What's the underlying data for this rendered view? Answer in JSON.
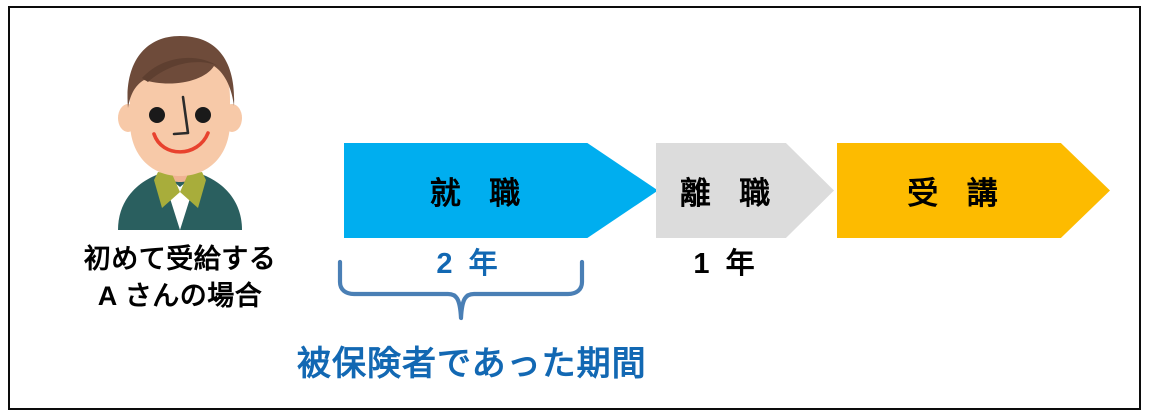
{
  "diagram": {
    "title": "被保険者であった期間",
    "person": {
      "caption_line1": "初めて受給する",
      "caption_line2": "A さんの場合",
      "avatar_name": "smiling-man-avatar"
    },
    "timeline": {
      "steps": [
        {
          "id": "job",
          "label": "就 職",
          "duration": "2 年",
          "color": "#00AEEF",
          "duration_color": "#1268B3"
        },
        {
          "id": "quit",
          "label": "離 職",
          "duration": "1 年",
          "color": "#DCDCDC",
          "duration_color": "#000000"
        },
        {
          "id": "course",
          "label": "受 講",
          "duration": "",
          "color": "#FDBB00",
          "duration_color": "#000000"
        }
      ]
    },
    "bracket": {
      "label": "被保険者であった期間",
      "stroke_color": "#4A7FB5",
      "text_color": "#1268B3"
    },
    "colors": {
      "frame_border": "#0C0C0C",
      "background": "#FFFFFF",
      "hair": "#6E4B3A",
      "skin": "#F7C9A8",
      "jacket": "#2A5F5F",
      "collar": "#A8AD3B",
      "shirt": "#FFFFFF",
      "mouth": "#E8422E",
      "eye": "#1A1A1A"
    }
  }
}
